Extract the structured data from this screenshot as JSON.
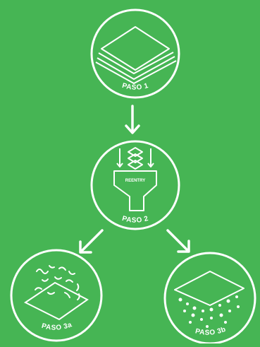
{
  "colors": {
    "background": "#46b554",
    "stroke": "#ffffff"
  },
  "steps": [
    {
      "id": "step-1",
      "label": "PASO 1",
      "icon": "stacked-layers-icon"
    },
    {
      "id": "step-2",
      "label": "PASO 2",
      "icon": "funnel-icon",
      "inner_label": "REENTRY"
    },
    {
      "id": "step-3a",
      "label": "PASO 3a",
      "icon": "fibers-on-layer-icon"
    },
    {
      "id": "step-3b",
      "label": "PASO 3b",
      "icon": "pellets-layer-icon"
    }
  ],
  "connectors": [
    {
      "from": "step-1",
      "to": "step-2",
      "icon": "arrow-down-icon"
    },
    {
      "from": "step-2",
      "to": "step-3a",
      "icon": "arrow-down-left-icon"
    },
    {
      "from": "step-2",
      "to": "step-3b",
      "icon": "arrow-down-right-icon"
    }
  ]
}
